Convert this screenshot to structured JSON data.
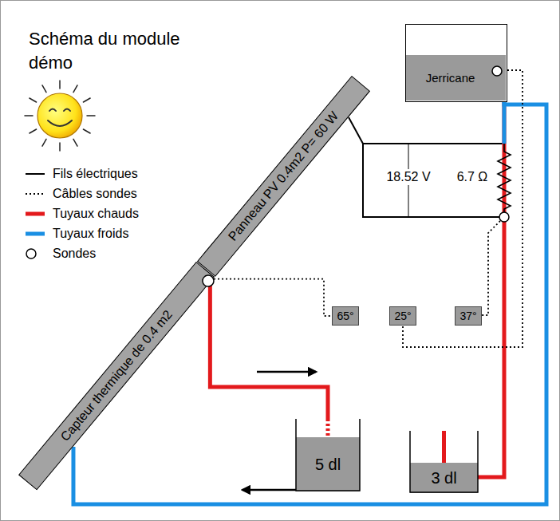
{
  "diagram": {
    "title": "Schéma du module démo",
    "nodes": [
      {
        "text": [
          "Jerricane"
        ]
      },
      {
        "text": [
          "Panneau PV 0.4m2 P= 60 W"
        ]
      },
      {
        "text": [
          "Capteur thermique de 0.4 m2"
        ]
      },
      {
        "text": [
          "65°"
        ]
      },
      {
        "text": [
          "25°"
        ]
      },
      {
        "text": [
          "37°"
        ]
      },
      {
        "text": [
          "5 dl"
        ]
      },
      {
        "text": [
          "3 dl"
        ]
      }
    ],
    "edges": [
      {
        "from": 2,
        "to": 6,
        "arrow": "to"
      },
      {
        "from": 0,
        "to": 7,
        "arrow": "none"
      },
      {
        "from": 0,
        "to": 2,
        "arrow": "to"
      },
      {
        "from": 2,
        "to": 3,
        "arrow": "none"
      },
      {
        "from": 0,
        "to": 4,
        "arrow": "none"
      }
    ],
    "labels": [
      "18.52 V",
      "6.7 Ω"
    ],
    "legend": [
      {
        "text": "Fils électriques"
      },
      {
        "text": "Câbles sondes"
      },
      {
        "text": "Tuyaux chauds"
      },
      {
        "text": "Tuyaux froids"
      },
      {
        "text": "Sondes"
      }
    ]
  }
}
